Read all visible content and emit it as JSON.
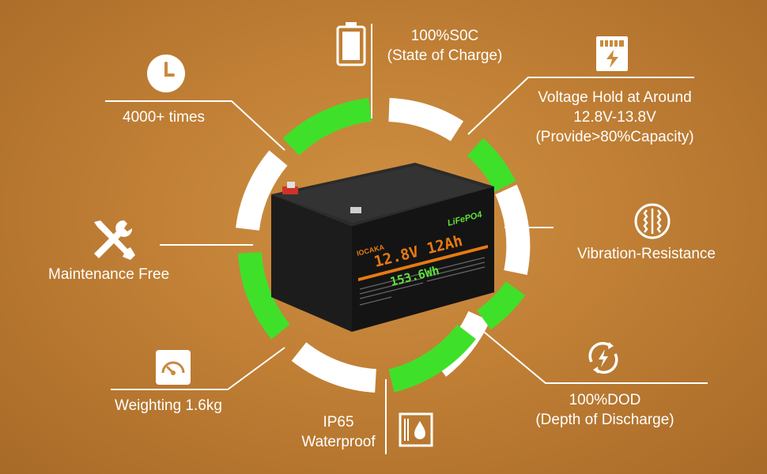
{
  "features": {
    "soc": {
      "line1": "100%S0C",
      "line2": "(State of Charge)"
    },
    "voltage": {
      "line1": "Voltage Hold at Around",
      "line2": "12.8V-13.8V",
      "line3": "(Provide>80%Capacity)"
    },
    "cycles": {
      "label": "4000+ times"
    },
    "vibration": {
      "label": "Vibration-Resistance"
    },
    "maintenance": {
      "label": "Maintenance Free"
    },
    "weight": {
      "label": "Weighting 1.6kg"
    },
    "waterproof": {
      "line1": "IP65",
      "line2": "Waterproof"
    },
    "dod": {
      "line1": "100%DOD",
      "line2": "(Depth of Discharge)"
    }
  },
  "battery": {
    "brand": "IOCAKA",
    "chemistry": "LiFePO4",
    "spec": "12.8V 12Ah",
    "energy": "153.6Wh"
  },
  "colors": {
    "accent_green": "#3fe02a",
    "ring_white": "#ffffff",
    "battery_orange": "#e87a12"
  }
}
